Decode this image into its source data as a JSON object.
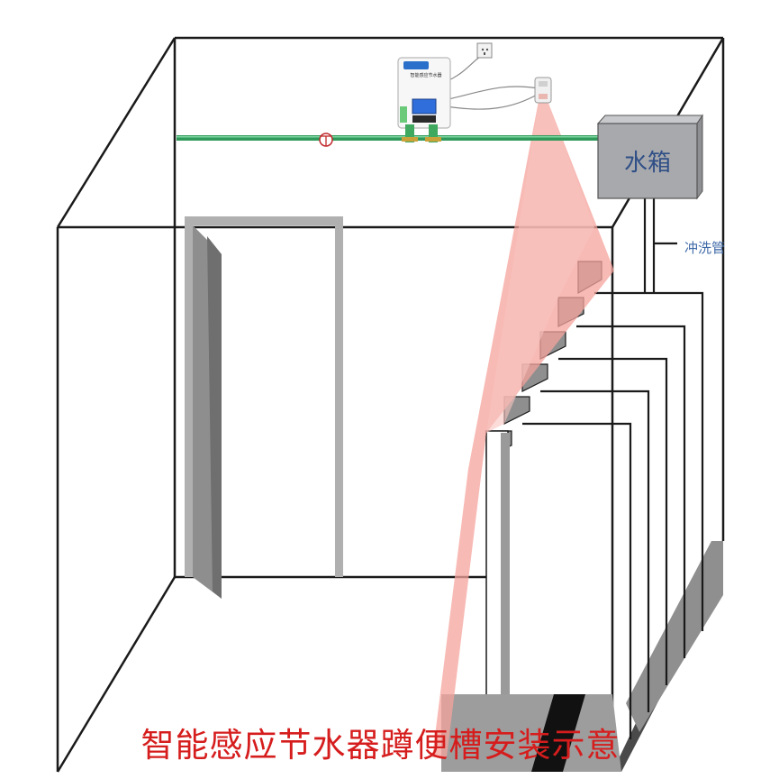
{
  "labels": {
    "water_tank": "水箱",
    "flush_pipe": "冲洗管",
    "caption": "智能感应节水器蹲便槽安装示意",
    "device_name": "智能感应节水器"
  },
  "colors": {
    "outline": "#1a1a1a",
    "green_pipe": "#2f9a5a",
    "ir_beam": "#f5a39c",
    "tank": "#a8a9ad",
    "door": "#a2a2a2",
    "caption": "#d61d1d",
    "tank_text": "#2f4f86"
  },
  "icons": [
    "power-socket-icon",
    "valve-icon",
    "ir-sensor-icon",
    "controller-device-icon"
  ]
}
